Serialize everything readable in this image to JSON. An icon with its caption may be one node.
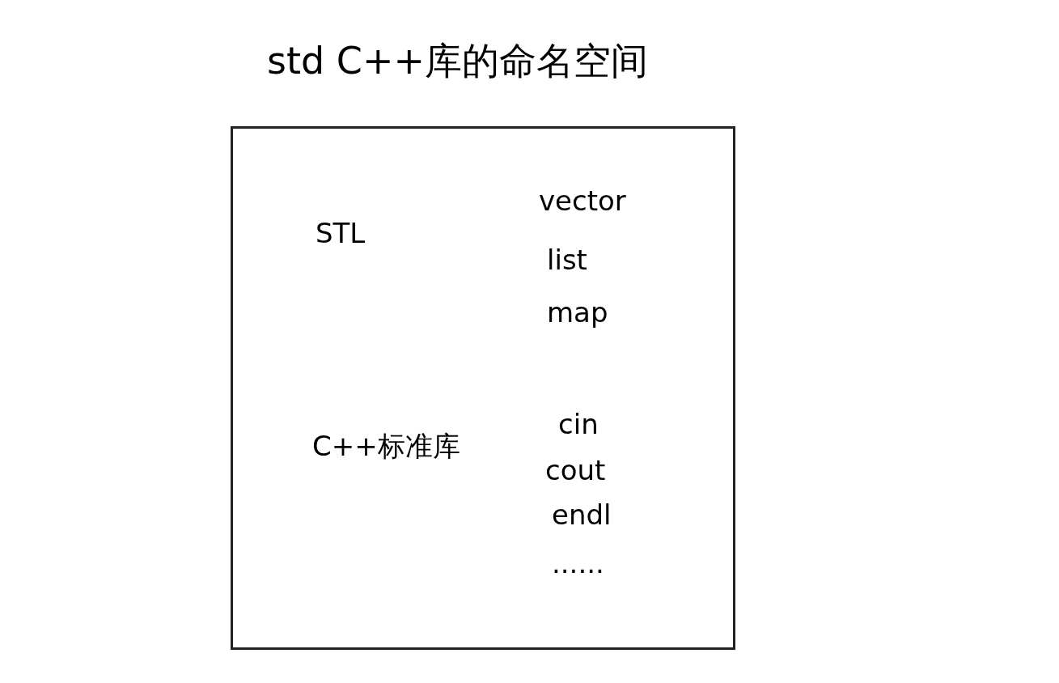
{
  "diagram": {
    "title": "std C++库的命名空间",
    "nodes": [
      {
        "text": [
          "STL",
          "vector",
          "list",
          "map",
          "C++标准库",
          "cin",
          "cout",
          "endl",
          "......"
        ]
      }
    ]
  }
}
